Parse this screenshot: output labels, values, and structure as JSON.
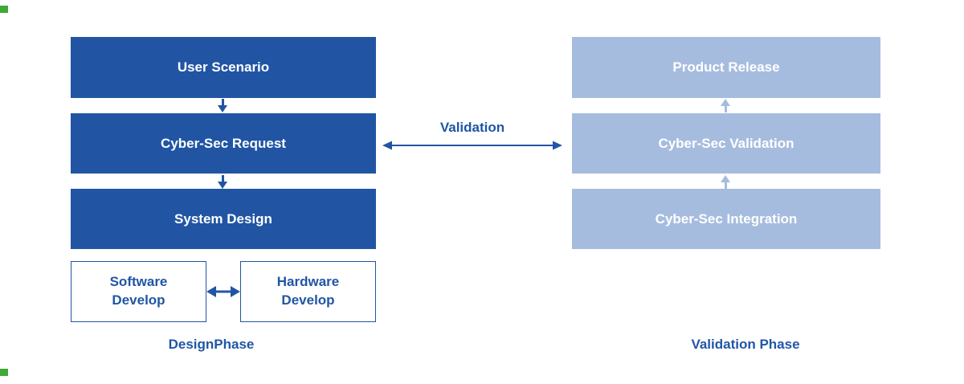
{
  "diagram": {
    "connector_label": "Validation",
    "design_phase": {
      "caption": "DesignPhase",
      "steps": [
        "User Scenario",
        "Cyber-Sec Request",
        "System Design"
      ],
      "develop_boxes": [
        "Software\nDevelop",
        "Hardware\nDevelop"
      ]
    },
    "validation_phase": {
      "caption": "Validation Phase",
      "steps": [
        "Product Release",
        "Cyber-Sec Validation",
        "Cyber-Sec Integration"
      ]
    }
  },
  "colors": {
    "primary_dark_blue": "#2155A4",
    "light_blue": "#A6BCDF",
    "label_blue": "#2156A5",
    "green_mark": "#3DAA35"
  }
}
